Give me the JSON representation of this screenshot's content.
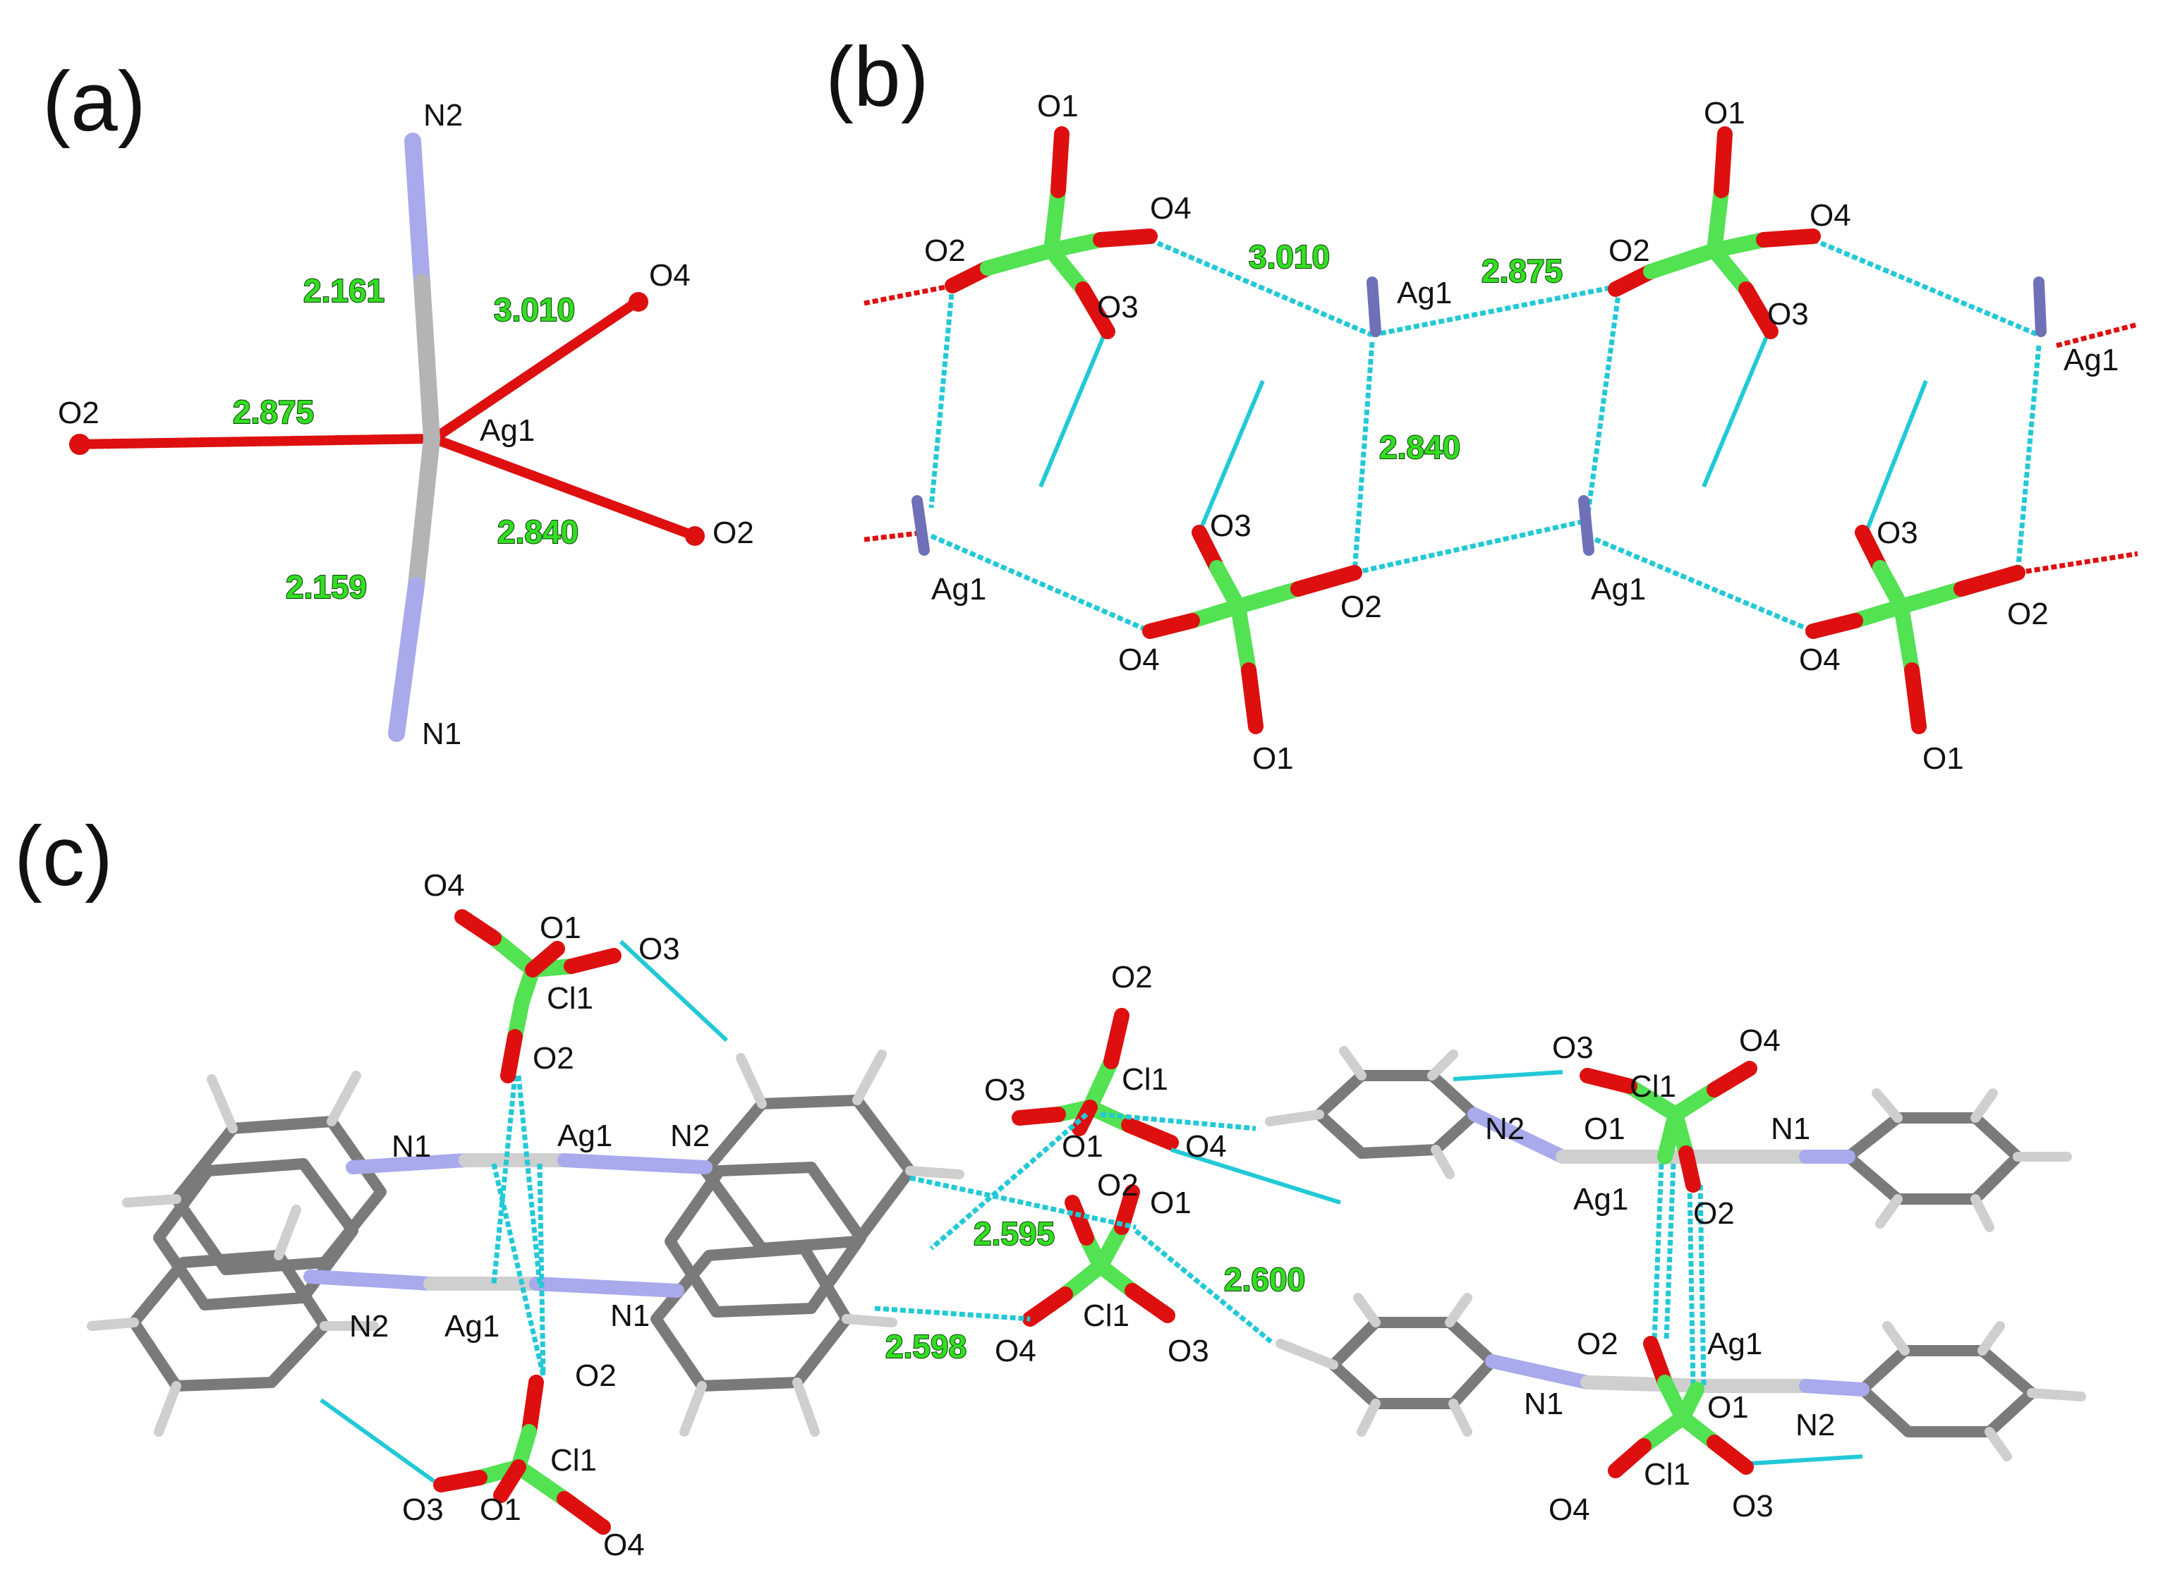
{
  "colors": {
    "silver": "#b4b4b4",
    "nitrogen": "#a8aaec",
    "nitrogen_dark": "#6e70b8",
    "oxygen": "#dd0f0f",
    "chlorine": "#52e252",
    "carbon": "#7a7a7a",
    "hydrogen": "#cfcfcf",
    "contact": "#22c9d6",
    "distance_text": "#33dd22"
  },
  "panel_a": {
    "label": "(a)",
    "atoms": {
      "n2": "N2",
      "n1": "N1",
      "ag1": "Ag1",
      "o2_left": "O2",
      "o4": "O4",
      "o2_right": "O2"
    },
    "distances": {
      "ag_n2": "2.161",
      "ag_n1": "2.159",
      "ag_o4": "3.010",
      "ag_o2_left": "2.875",
      "ag_o2_right": "2.840"
    }
  },
  "panel_b": {
    "label": "(b)",
    "atoms": {
      "o1_top_1": "O1",
      "o4_top_1": "O4",
      "o2_top_1": "O2",
      "o3_top_1": "O3",
      "ag1_top_1": "Ag1",
      "o1_top_2": "O1",
      "o4_top_2": "O4",
      "o2_top_2": "O2",
      "o3_top_2": "O3",
      "ag1_top_2": "Ag1",
      "ag1_bot_1": "Ag1",
      "o3_bot_1": "O3",
      "o2_bot_1": "O2",
      "o4_bot_1": "O4",
      "o1_bot_1": "O1",
      "ag1_bot_2": "Ag1",
      "o3_bot_2": "O3",
      "o2_bot_2": "O2",
      "o4_bot_2": "O4",
      "o1_bot_2": "O1"
    },
    "distances": {
      "d1": "3.010",
      "d2": "2.875",
      "d3": "2.840"
    }
  },
  "panel_c": {
    "label": "(c)",
    "atoms": {
      "top_o4": "O4",
      "top_o1": "O1",
      "top_o3": "O3",
      "top_cl1": "Cl1",
      "top_o2": "O2",
      "n1_top": "N1",
      "ag1_top": "Ag1",
      "n2_top": "N2",
      "n2_bot": "N2",
      "ag1_bot": "Ag1",
      "n1_bot": "N1",
      "o2_bot": "O2",
      "bot_cl1": "Cl1",
      "bot_o3": "O3",
      "bot_o1": "O1",
      "bot_o4": "O4",
      "mid_o2": "O2",
      "mid_o3": "O3",
      "mid_cl1": "Cl1",
      "mid_o1": "O1",
      "mid_o4": "O4",
      "cen_o2": "O2",
      "cen_o1": "O1",
      "cen_cl1": "Cl1",
      "cen_o3": "O3",
      "cen_o4": "O4",
      "r_o3_top": "O3",
      "r_o4_top": "O4",
      "r_cl1_top": "Cl1",
      "r_n2_top": "N2",
      "r_o1_top": "O1",
      "r_n1_top": "N1",
      "r_ag1_top": "Ag1",
      "r_o2_top": "O2",
      "r_o2_bot": "O2",
      "r_ag1_bot": "Ag1",
      "r_n1_bot": "N1",
      "r_o1_bot": "O1",
      "r_n2_bot": "N2",
      "r_o4_bot": "O4",
      "r_cl1_bot": "Cl1",
      "r_o3_bot": "O3"
    },
    "distances": {
      "d1": "2.595",
      "d2": "2.600",
      "d3": "2.598"
    }
  }
}
